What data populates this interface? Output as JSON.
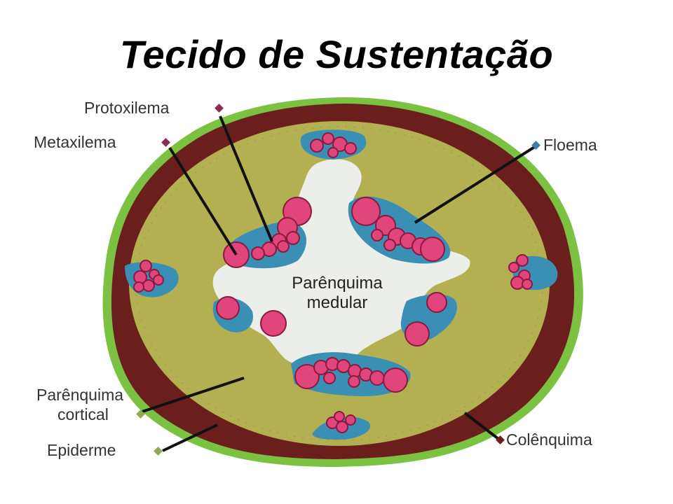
{
  "slide": {
    "title": "Tecido de Sustentação"
  },
  "diagram": {
    "center_label_line1": "Parênquima",
    "center_label_line2": "medular",
    "labels": {
      "protoxilema": "Protoxilema",
      "metaxilema": "Metaxilema",
      "floema": "Floema",
      "parenquima_cortical_line1": "Parênquima",
      "parenquima_cortical_line2": "cortical",
      "epiderme": "Epiderme",
      "colenquima": "Colênquima"
    },
    "colors": {
      "epidermis": "#7cc242",
      "collenchyma": "#6b1f1c",
      "cortex": "#b3b052",
      "medulla": "#eceeea",
      "phloem": "#3a8fb5",
      "xylem": "#e0457b",
      "xylem_rim": "#8c1a3e",
      "bullet_purple": "#8a2a55",
      "bullet_blue": "#3a7fa8",
      "bullet_green": "#8faa50",
      "bullet_brown": "#6b1f1c"
    }
  }
}
